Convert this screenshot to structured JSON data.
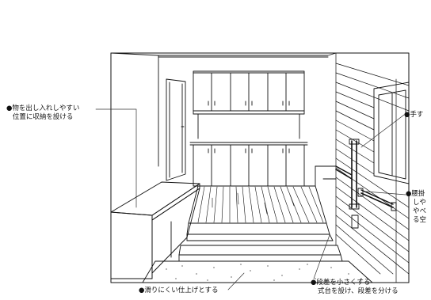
{
  "annotations": {
    "storage": {
      "lines": [
        "●物を出し入れしやすい",
        "位置に収納を設ける"
      ]
    },
    "handrail": {
      "lines": [
        "●手す"
      ]
    },
    "bench": {
      "lines": [
        "●腰掛",
        "しや",
        "やべ",
        "る空"
      ]
    },
    "floor": {
      "lines": [
        "●滑りにくい仕上げとする"
      ]
    },
    "step": {
      "lines": [
        "●段差を小さくする",
        "式台を設け、段差を分ける"
      ]
    }
  },
  "colors": {
    "ink": "#111111",
    "paper": "#ffffff",
    "leader": "#333333"
  }
}
